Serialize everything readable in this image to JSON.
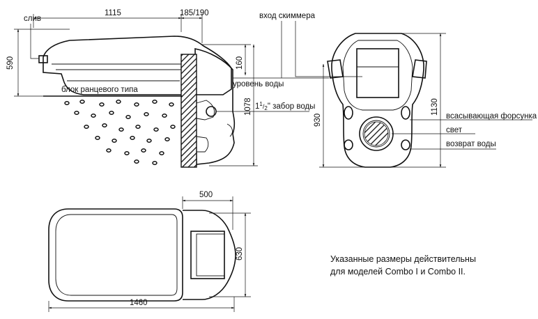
{
  "dimensions": {
    "width_1115": "1115",
    "width_185_190": "185/190",
    "height_590": "590",
    "height_160": "160",
    "height_1078": "1078",
    "height_930": "930",
    "height_1130": "1130",
    "width_500": "500",
    "height_630": "630",
    "length_1460": "1460"
  },
  "labels": {
    "drain": "слив",
    "skimmer_inlet": "вход скиммера",
    "water_level": "уровень воды",
    "backpack_unit": "блок ранцевого типа",
    "water_intake_prefix": "1",
    "water_intake_sup": "1",
    "water_intake_sub": "2",
    "water_intake_suffix": "\" забор воды",
    "suction_nozzle": "всасывающая форсунка",
    "light": "свет",
    "water_return": "возврат воды"
  },
  "note": {
    "line1": "Указанные  размеры  действительны",
    "line2": "для моделей Combo I и Combo II."
  }
}
